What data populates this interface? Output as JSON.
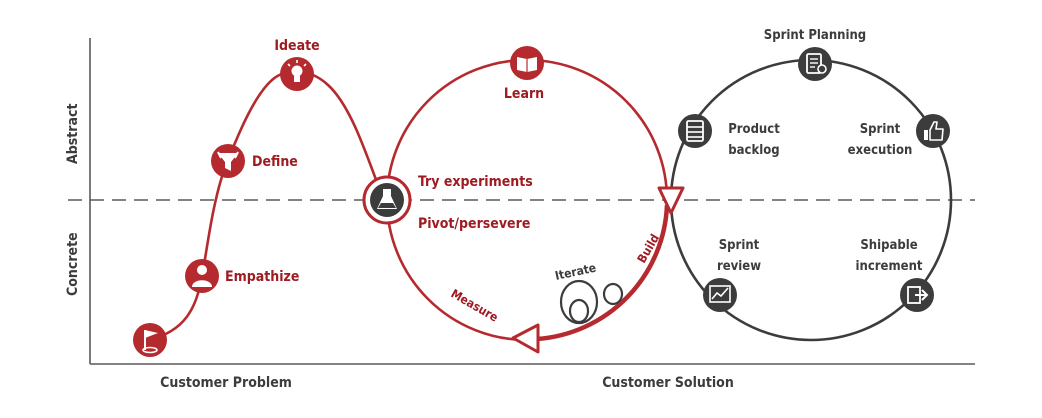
{
  "colors": {
    "red": "#b52a2e",
    "red_dark": "#9e1b22",
    "gray": "#3c3c3c",
    "axis": "#5a5a5a"
  },
  "axes": {
    "y_top": "Abstract",
    "y_bottom": "Concrete",
    "x_left": "Customer Problem",
    "x_right": "Customer Solution"
  },
  "problem_phase": {
    "steps": [
      {
        "label": "Empathize",
        "icon": "person-icon"
      },
      {
        "label": "Define",
        "icon": "funnel-icon"
      },
      {
        "label": "Ideate",
        "icon": "lightbulb-icon"
      }
    ],
    "start_icon": "flag-icon"
  },
  "lean_loop": {
    "learn": "Learn",
    "try_experiments": "Try experiments",
    "pivot": "Pivot/persevere",
    "build": "Build",
    "measure": "Measure",
    "iterate": "Iterate",
    "center_icon": "flask-icon",
    "learn_icon": "book-icon"
  },
  "scrum_loop": {
    "sprint_planning": "Sprint Planning",
    "product_backlog_1": "Product",
    "product_backlog_2": "backlog",
    "sprint_execution_1": "Sprint",
    "sprint_execution_2": "execution",
    "sprint_review_1": "Sprint",
    "sprint_review_2": "review",
    "shipable_1": "Shipable",
    "shipable_2": "increment",
    "icons": [
      "clipboard-icon",
      "list-icon",
      "thumbs-up-icon",
      "chart-icon",
      "exit-icon"
    ]
  }
}
